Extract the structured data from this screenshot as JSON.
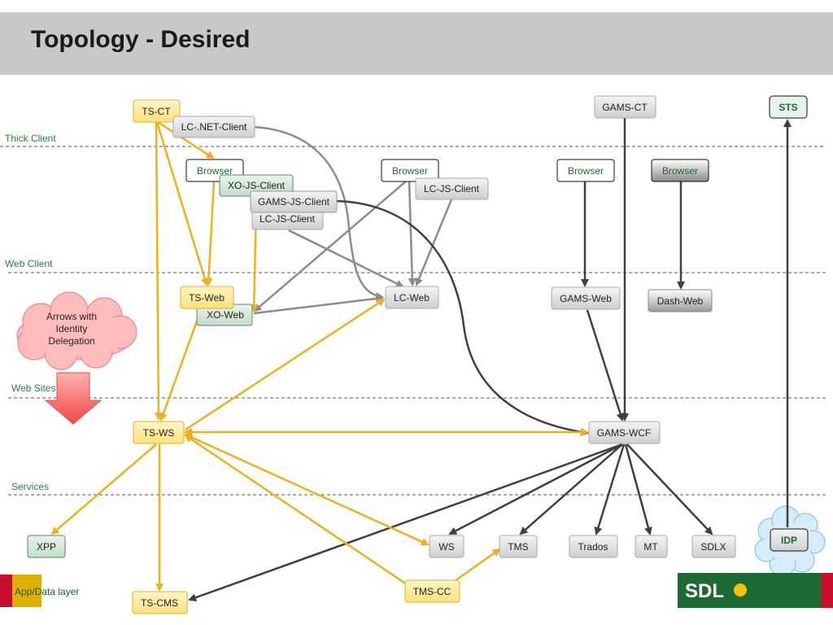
{
  "title": "Topology - Desired",
  "layers": [
    {
      "id": "thick",
      "label": "Thick  Client"
    },
    {
      "id": "webclient",
      "label": "Web  Client"
    },
    {
      "id": "websites",
      "label": "Web Sites"
    },
    {
      "id": "services",
      "label": "Services"
    },
    {
      "id": "appdata",
      "label": "App/Data layer"
    }
  ],
  "legend": {
    "text_lines": [
      "Arrows with",
      "Identity",
      "Delegation"
    ]
  },
  "logo": {
    "text": "SDL"
  },
  "colors": {
    "yellow": "#f0b01a",
    "gray": "#8c8c8c",
    "dark": "#404040",
    "green_text": "#2e7d3e"
  },
  "nodes": {
    "ts_ct": "TS-CT",
    "lc_net_client": "LC-.NET-Client",
    "browser1": "Browser",
    "xo_js_client": "XO-JS-Client",
    "gams_js_client": "GAMS-JS-Client",
    "lc_js_client1": "LC-JS-Client",
    "browser2": "Browser",
    "lc_js_client2": "LC-JS-Client",
    "gams_ct": "GAMS-CT",
    "browser3": "Browser",
    "browser4": "Browser",
    "sts": "STS",
    "ts_web": "TS-Web",
    "xo_web": "XO-Web",
    "lc_web": "LC-Web",
    "gams_web": "GAMS-Web",
    "dash_web": "Dash-Web",
    "ts_ws": "TS-WS",
    "gams_wcf": "GAMS-WCF",
    "xpp": "XPP",
    "ws": "WS",
    "tms": "TMS",
    "trados": "Trados",
    "mt": "MT",
    "sdlx": "SDLX",
    "idp": "IDP",
    "ts_cms": "TS-CMS",
    "tms_cc": "TMS-CC"
  }
}
